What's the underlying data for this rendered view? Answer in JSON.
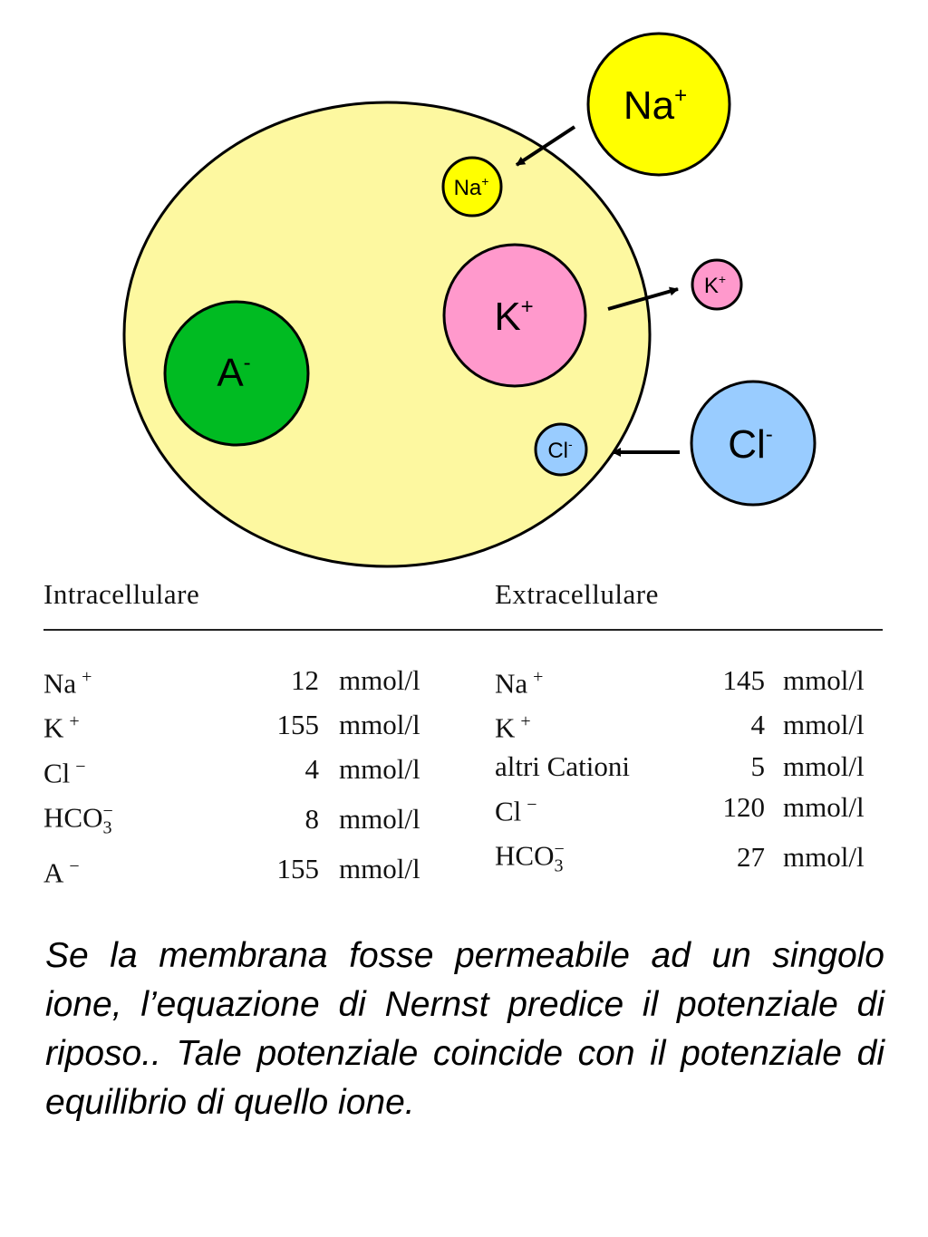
{
  "diagram": {
    "colors": {
      "cell_fill": "#fdf8a0",
      "sodium_fill": "#ffff00",
      "potassium_fill": "#ff99cc",
      "anion_fill": "#00bb22",
      "chloride_fill": "#99ccff",
      "outline": "#000000"
    },
    "labels": {
      "na_out": {
        "base": "Na",
        "sup": "+"
      },
      "na_in": {
        "base": "Na",
        "sup": "+"
      },
      "k_in": {
        "base": "K",
        "sup": "+"
      },
      "k_out": {
        "base": "K",
        "sup": "+"
      },
      "a_in": {
        "base": "A",
        "sup": "-"
      },
      "cl_in": {
        "base": "Cl",
        "sup": "-"
      },
      "cl_out": {
        "base": "Cl",
        "sup": "-"
      }
    }
  },
  "tables": {
    "intracellular": {
      "heading": "Intracellulare",
      "rows": [
        {
          "ion": "Na",
          "charge": "+",
          "value": "12",
          "unit": "mmol/l"
        },
        {
          "ion": "K",
          "charge": "+",
          "value": "155",
          "unit": "mmol/l"
        },
        {
          "ion": "Cl",
          "charge": "−",
          "value": "4",
          "unit": "mmol/l"
        },
        {
          "ion": "HCO",
          "sub": "3",
          "charge": "−",
          "value": "8",
          "unit": "mmol/l"
        },
        {
          "ion": "A",
          "charge": "−",
          "value": "155",
          "unit": "mmol/l"
        }
      ]
    },
    "extracellular": {
      "heading": "Extracellulare",
      "rows": [
        {
          "ion": "Na",
          "charge": "+",
          "value": "145",
          "unit": "mmol/l"
        },
        {
          "ion": "K",
          "charge": "+",
          "value": "4",
          "unit": "mmol/l"
        },
        {
          "ion": "altri Cationi",
          "charge": "",
          "value": "5",
          "unit": "mmol/l"
        },
        {
          "ion": "Cl",
          "charge": "−",
          "value": "120",
          "unit": "mmol/l"
        },
        {
          "ion": "HCO",
          "sub": "3",
          "charge": "−",
          "value": "27",
          "unit": "mmol/l"
        }
      ]
    }
  },
  "caption": "Se la membrana fosse permeabile ad un singolo ione, l’equazione di Nernst predice il potenziale di riposo.. Tale potenziale coincide con il potenziale di equilibrio di quello ione."
}
